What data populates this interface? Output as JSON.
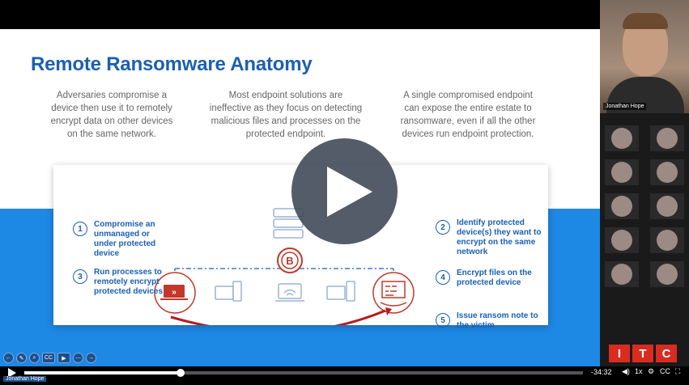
{
  "slide": {
    "title": "Remote Ransomware Anatomy",
    "col1": "Adversaries compromise a device then use it to remotely encrypt data on other devices on the same network.",
    "col2": "Most endpoint solutions are ineffective as they focus on detecting malicious files and processes on the protected endpoint.",
    "col3": "A single compromised endpoint can expose the entire estate to ransomware, even if all the other devices run endpoint protection.",
    "steps": [
      {
        "num": "1",
        "text": "Compromise an unmanaged or under protected device"
      },
      {
        "num": "3",
        "text": "Run processes to remotely encrypt protected devices"
      },
      {
        "num": "2",
        "text": "Identify protected device(s) they want to encrypt on the same network"
      },
      {
        "num": "4",
        "text": "Encrypt files on the protected device"
      },
      {
        "num": "5",
        "text": "Issue ransom note to the victim"
      }
    ]
  },
  "webcam": {
    "presenter_name": "Jonathan Hope"
  },
  "player": {
    "time_remaining": "-34:32",
    "owner_name": "Jonathan Hope",
    "progress": 0.28,
    "speed_label": "1x",
    "captions_label": "CC"
  },
  "logo": {
    "letters": [
      "I",
      "T",
      "C"
    ]
  },
  "colors": {
    "accent": "#1a5fb4",
    "band": "#1e88e5",
    "danger": "#d92b20"
  }
}
